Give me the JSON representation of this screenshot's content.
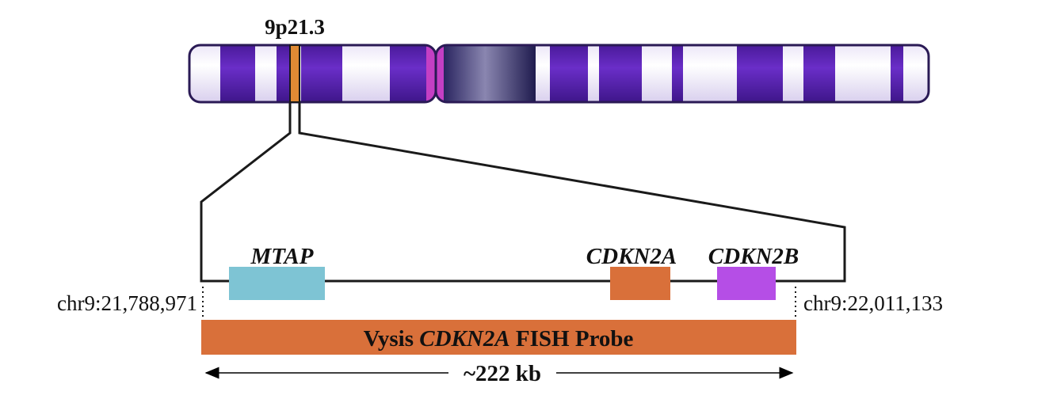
{
  "band_label": "9p21.3",
  "genes": [
    {
      "name": "MTAP",
      "color": "#7ec4d4"
    },
    {
      "name": "CDKN2A",
      "color": "#d9703a"
    },
    {
      "name": "CDKN2B",
      "color": "#b54ee6"
    }
  ],
  "left_coord": "chr9:21,788,971",
  "right_coord": "chr9:22,011,133",
  "probe": {
    "prefix": "Vysis ",
    "gene": "CDKN2A",
    "suffix": " FISH Probe",
    "color": "#d9703a"
  },
  "size_label": "~222 kb",
  "colors": {
    "chromosome_dark": "#5a22b3",
    "chromosome_light": "#ffffff",
    "centromere": "#c43fc4",
    "band_highlight": "#e08a34",
    "outline": "#1a1a1a"
  }
}
